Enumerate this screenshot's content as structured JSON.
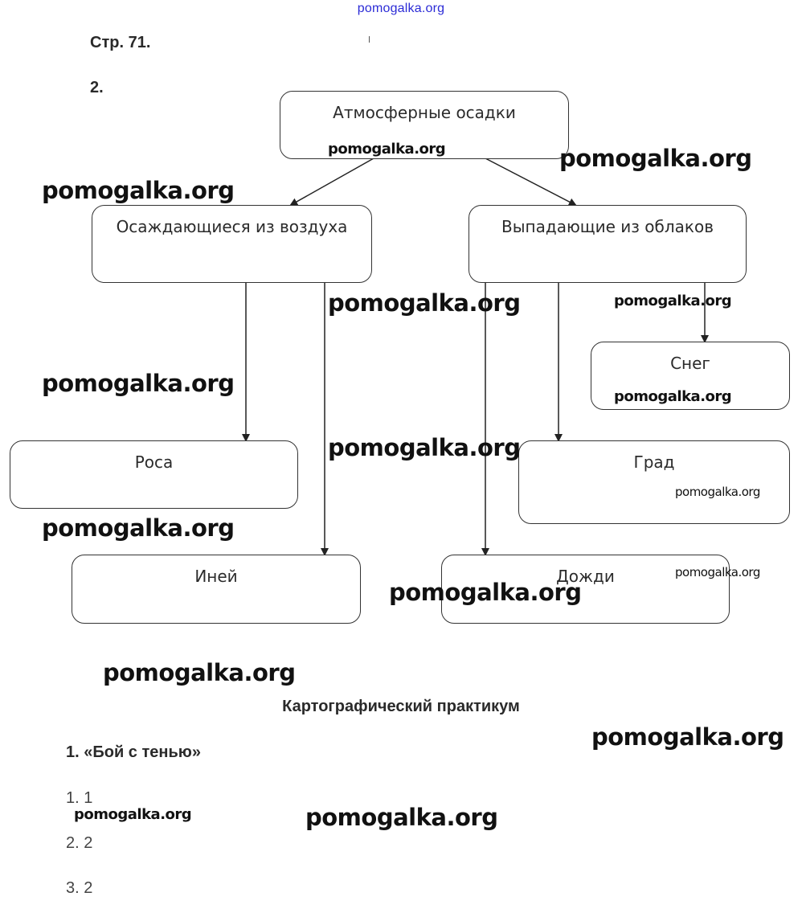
{
  "header": {
    "site_link": "pomogalka.org",
    "page_ref": "Стр. 71.",
    "task_number": "2."
  },
  "diagram": {
    "root": "Атмосферные осадки",
    "branches": [
      {
        "label": "Осаждающиеся из воздуха",
        "children": [
          "Роса",
          "Иней"
        ]
      },
      {
        "label": "Выпадающие из облаков",
        "children": [
          "Снег",
          "Град",
          "Дожди"
        ]
      }
    ]
  },
  "section": {
    "title": "Картографический практикум",
    "exercise_title": "1. «Бой с тенью»",
    "answers": [
      "1. 1",
      "2. 2",
      "3. 2"
    ]
  },
  "watermarks": {
    "text": "pomogalka.org"
  }
}
